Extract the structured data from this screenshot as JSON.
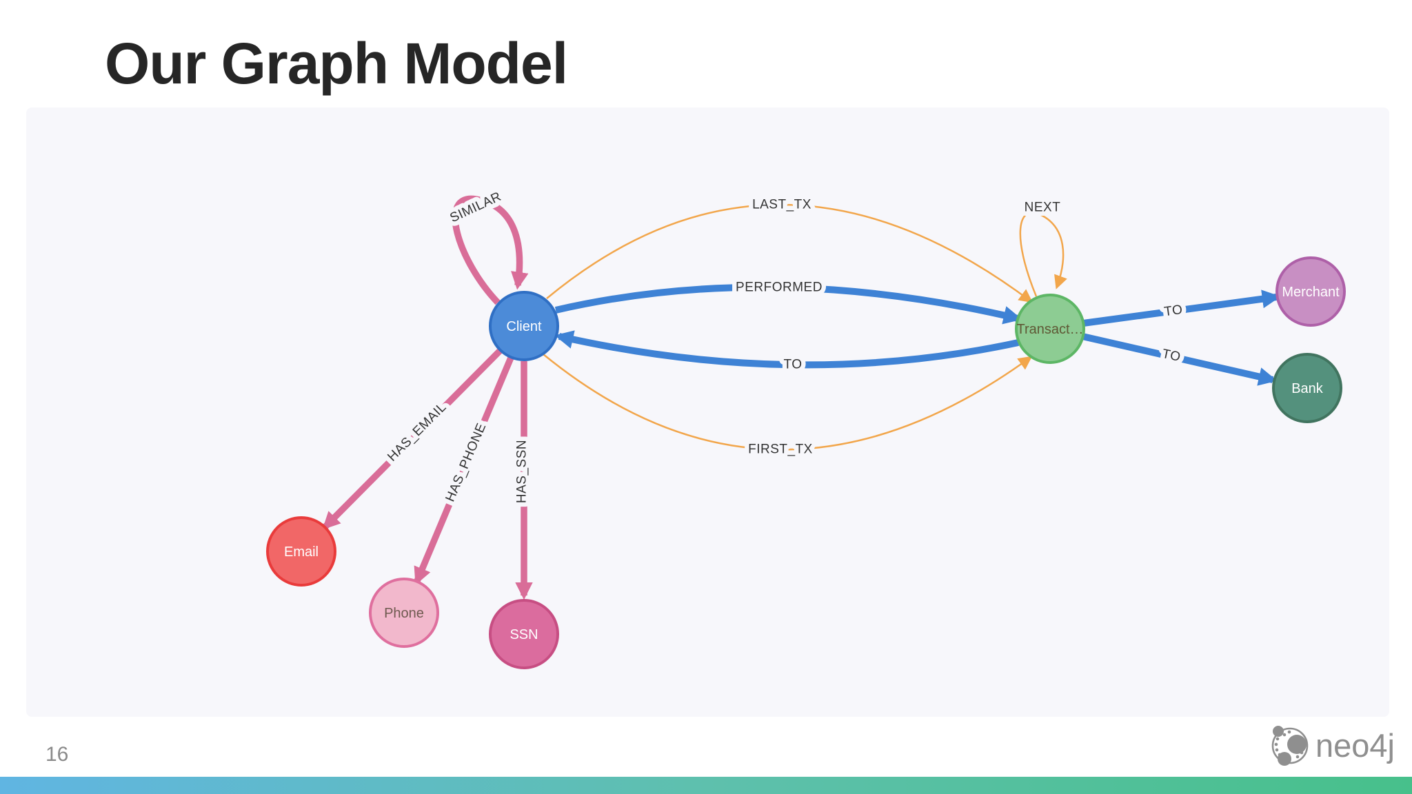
{
  "slide": {
    "title": "Our Graph Model",
    "page_number": "16"
  },
  "branding": {
    "logo_text": "neo4j",
    "logo_color": "#8f8f8f"
  },
  "colors": {
    "panel_background": "#f7f7fb",
    "edge_blue": "#3E82D5",
    "edge_pink": "#D96D98",
    "edge_orange": "#F2A64B",
    "bottom_bar_left": "#60b5e2",
    "bottom_bar_right": "#47c08b"
  },
  "graph": {
    "nodes": [
      {
        "id": "client",
        "label": "Client",
        "fill": "#4C8BD8",
        "border": "#2F6FC4",
        "text_color": "#FFFFFF"
      },
      {
        "id": "transaction",
        "label": "Transact…",
        "fill": "#8DCC93",
        "border": "#5DB665",
        "text_color": "#5F5835"
      },
      {
        "id": "merchant",
        "label": "Merchant",
        "fill": "#C88FC3",
        "border": "#AE60A8",
        "text_color": "#FFFFFF"
      },
      {
        "id": "bank",
        "label": "Bank",
        "fill": "#54917D",
        "border": "#41745F",
        "text_color": "#FFFFFF"
      },
      {
        "id": "email",
        "label": "Email",
        "fill": "#F16767",
        "border": "#E93B3B",
        "text_color": "#FFFFFF"
      },
      {
        "id": "phone",
        "label": "Phone",
        "fill": "#F2B8CC",
        "border": "#DF6F9E",
        "text_color": "#6F5A50"
      },
      {
        "id": "ssn",
        "label": "SSN",
        "fill": "#DB6C9E",
        "border": "#C74E83",
        "text_color": "#FFFFFF"
      }
    ],
    "relationships": [
      {
        "label": "SIMILAR",
        "from": "client",
        "to": "client",
        "color": "#D96D98"
      },
      {
        "label": "LAST_TX",
        "from": "client",
        "to": "transaction",
        "color": "#F2A64B"
      },
      {
        "label": "PERFORMED",
        "from": "client",
        "to": "transaction",
        "color": "#3E82D5"
      },
      {
        "label": "TO",
        "from": "transaction",
        "to": "client",
        "color": "#3E82D5"
      },
      {
        "label": "FIRST_TX",
        "from": "client",
        "to": "transaction",
        "color": "#F2A64B"
      },
      {
        "label": "NEXT",
        "from": "transaction",
        "to": "transaction",
        "color": "#F2A64B"
      },
      {
        "label": "HAS_EMAIL",
        "from": "client",
        "to": "email",
        "color": "#D96D98"
      },
      {
        "label": "HAS_PHONE",
        "from": "client",
        "to": "phone",
        "color": "#D96D98"
      },
      {
        "label": "HAS_SSN",
        "from": "client",
        "to": "ssn",
        "color": "#D96D98"
      },
      {
        "label": "TO",
        "from": "transaction",
        "to": "merchant",
        "color": "#3E82D5"
      },
      {
        "label": "TO",
        "from": "transaction",
        "to": "bank",
        "color": "#3E82D5"
      }
    ]
  }
}
